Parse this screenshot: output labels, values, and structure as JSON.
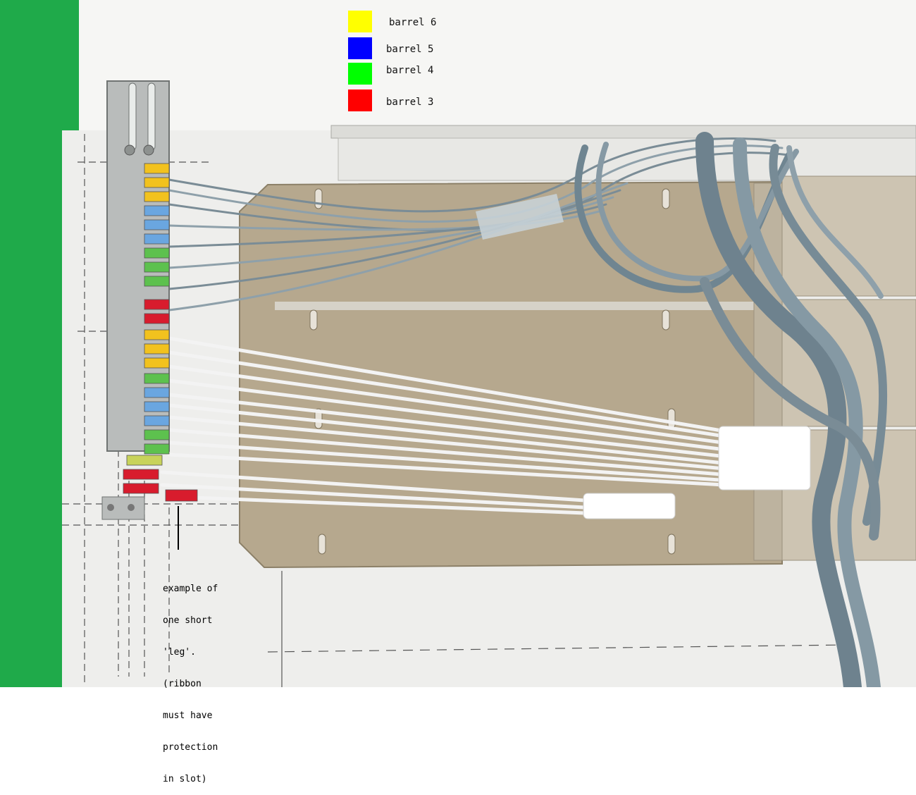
{
  "legend": {
    "items": [
      {
        "label": "barrel 6",
        "color": "#ffff00"
      },
      {
        "label": "barrel 5",
        "color": "#0000ff"
      },
      {
        "label": "barrel 4",
        "color": "#00ff00"
      },
      {
        "label": "barrel 3",
        "color": "#ff0000"
      }
    ]
  },
  "annotation": {
    "lines": [
      "example of",
      "one short",
      "'leg'.",
      "(ribbon",
      "must have",
      "protection",
      "in slot)"
    ]
  },
  "colors": {
    "background_green": "#1faa4a",
    "board": "#f4f4f2",
    "plate": "#b8ab92",
    "ribbon": "#7b8e98",
    "wire": "#f2f2f2"
  }
}
